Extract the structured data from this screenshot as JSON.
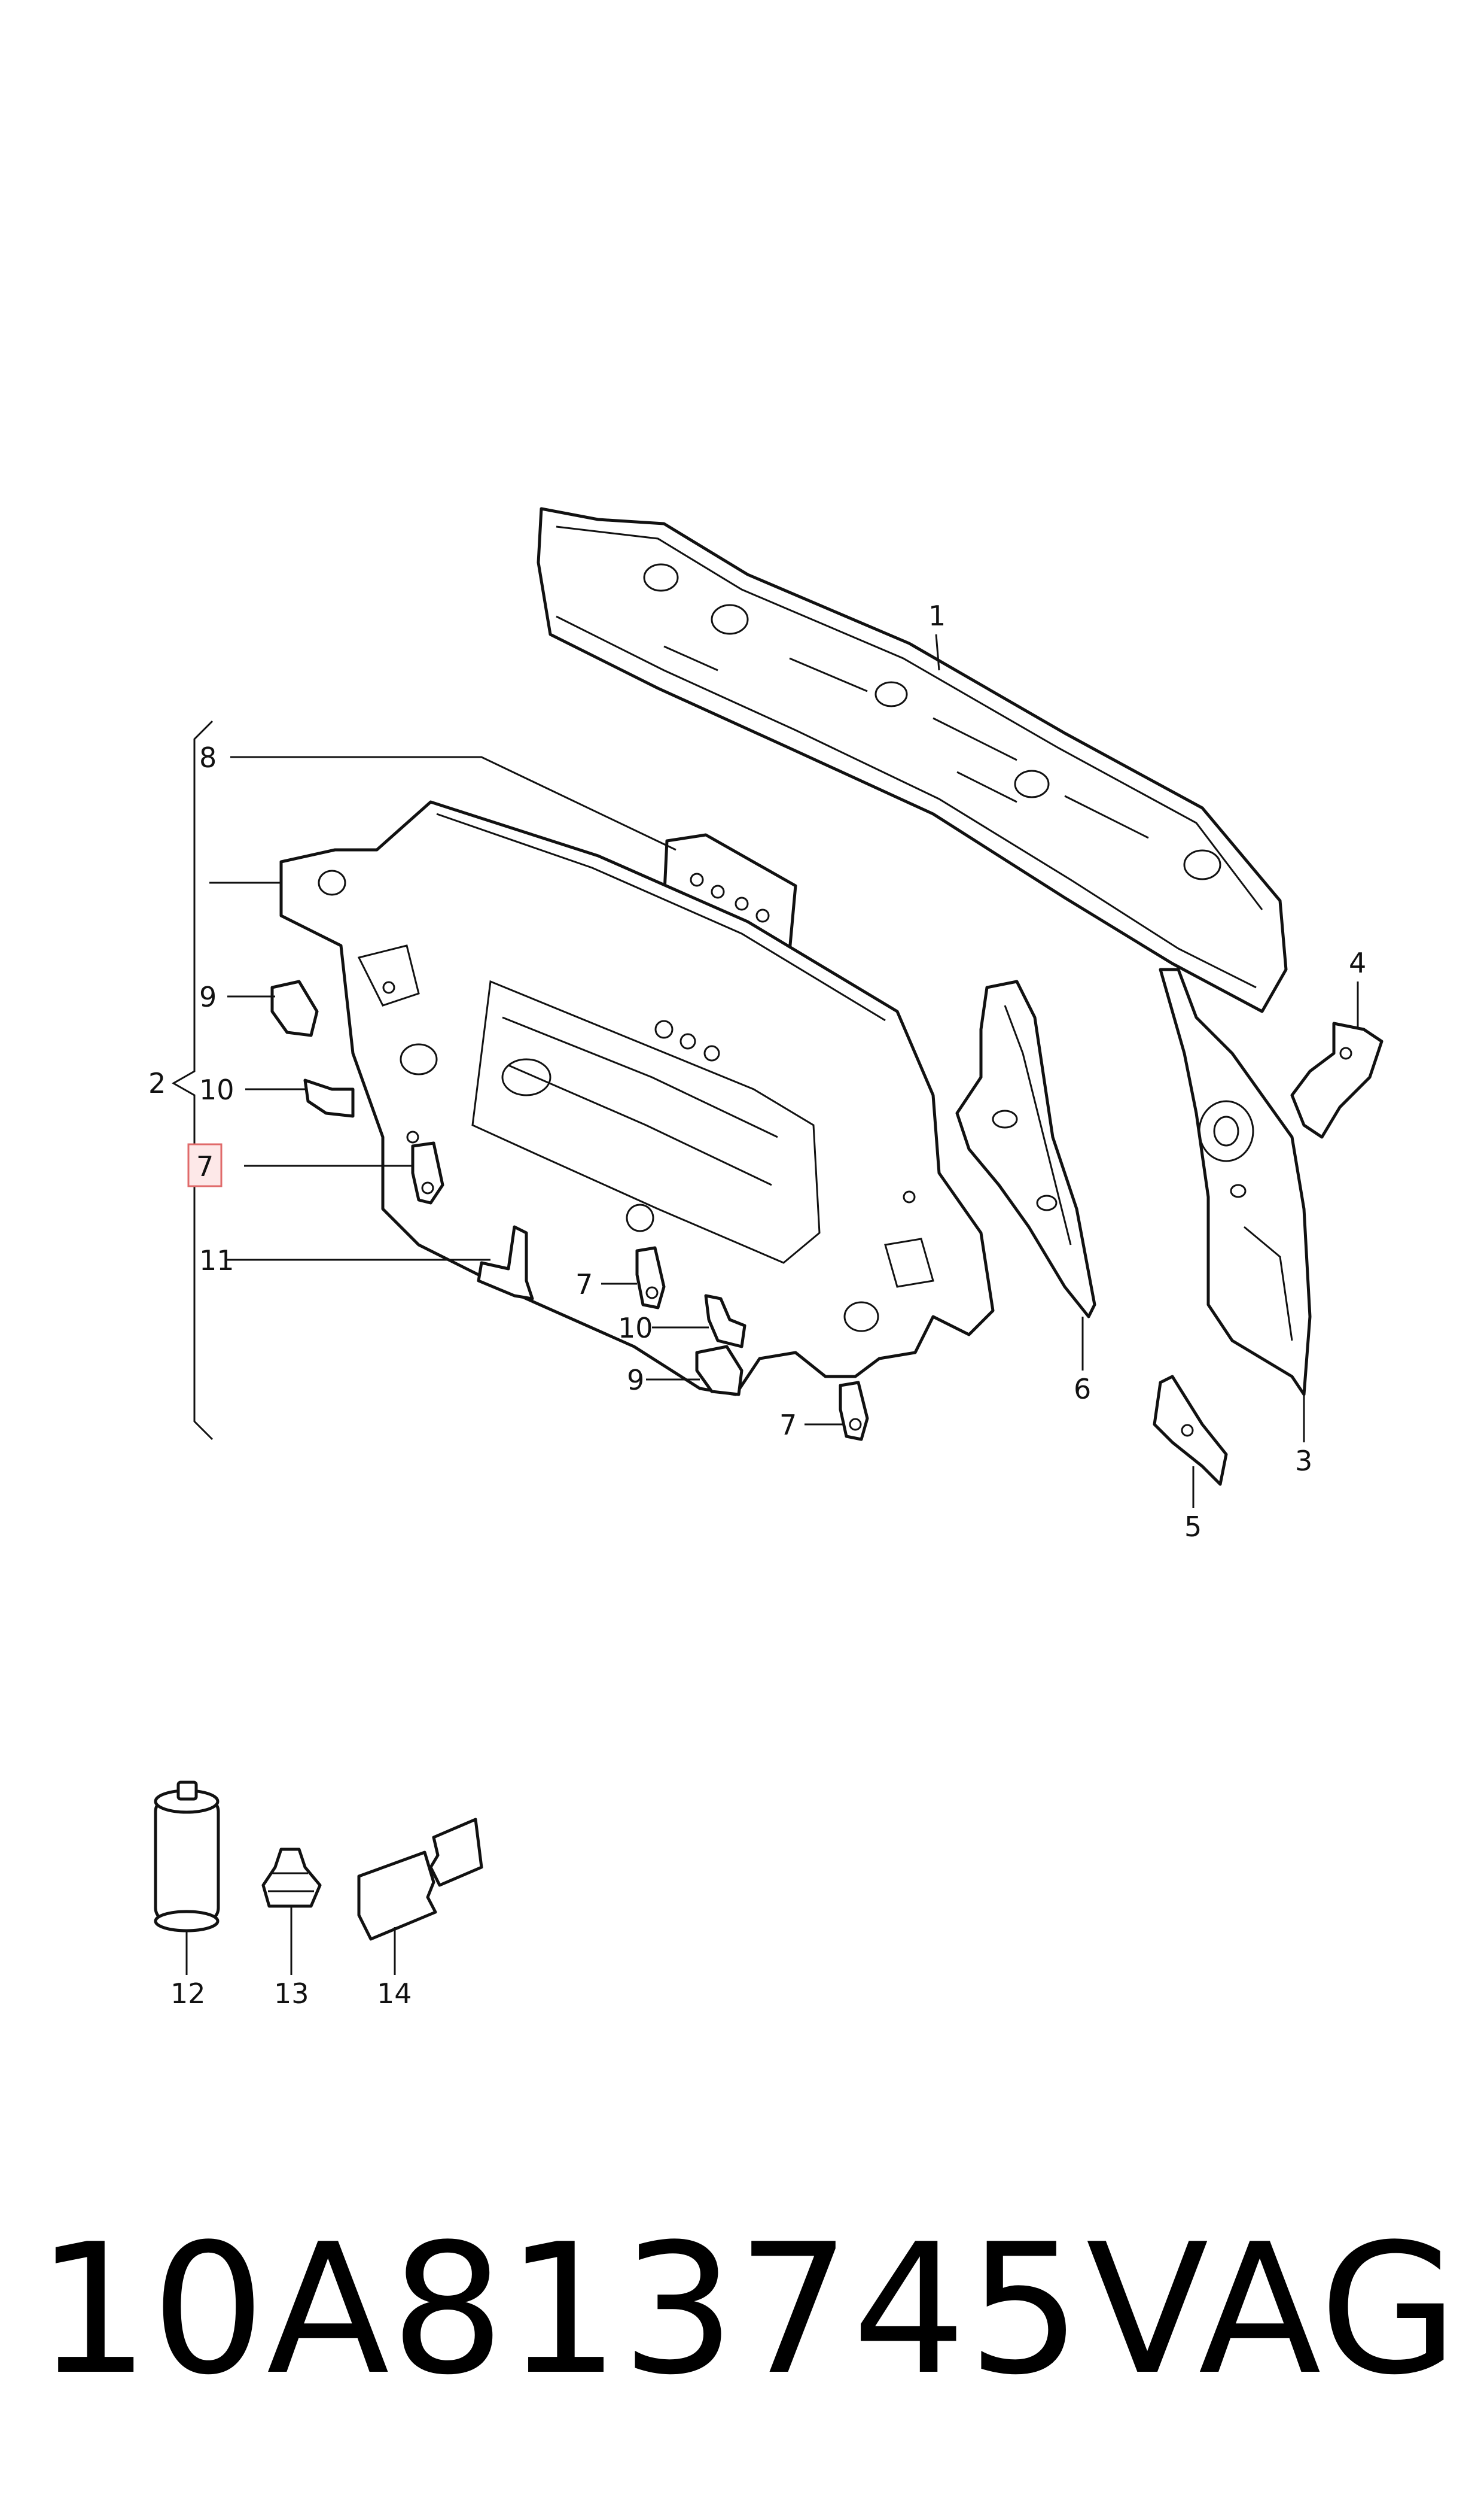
{
  "callouts": {
    "c1": "1",
    "c2": "2",
    "c3": "3",
    "c4": "4",
    "c5": "5",
    "c6": "6",
    "c7a": "7",
    "c7b": "7",
    "c7c": "7",
    "c8": "8",
    "c9a": "9",
    "c9b": "9",
    "c10a": "10",
    "c10b": "10",
    "c11": "11",
    "c12": "12",
    "c13": "13",
    "c14": "14"
  },
  "highlight": {
    "color": "#e06a6a"
  },
  "footer": {
    "part_number": "10A813745",
    "brand": "VAG"
  },
  "icons": {
    "parts": "line-drawing"
  }
}
